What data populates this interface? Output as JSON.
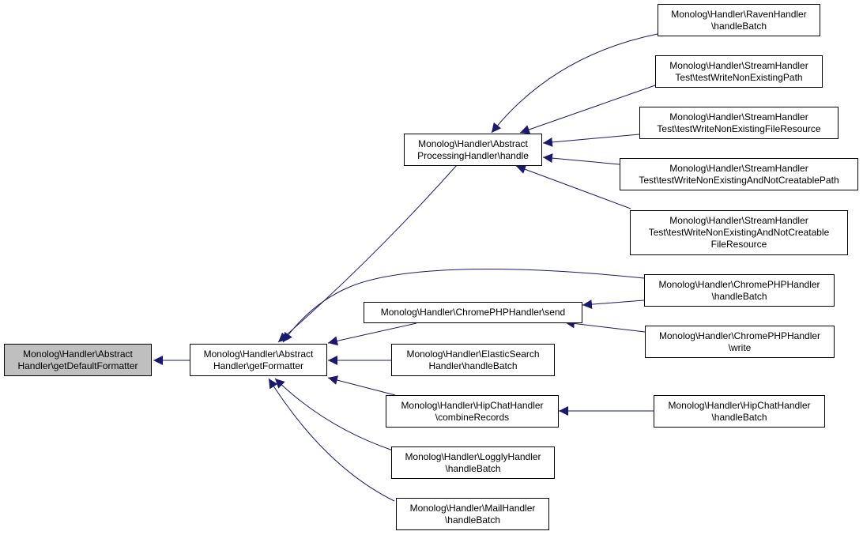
{
  "graph": {
    "edge_color": "#191970",
    "root_fill": "#bfbfbf",
    "nodes": [
      {
        "id": "n0",
        "lines": [
          "Monolog\\Handler\\Abstract",
          "Handler\\getDefaultFormatter"
        ]
      },
      {
        "id": "n1",
        "lines": [
          "Monolog\\Handler\\Abstract",
          "Handler\\getFormatter"
        ]
      },
      {
        "id": "n2",
        "lines": [
          "Monolog\\Handler\\Abstract",
          "ProcessingHandler\\handle"
        ]
      },
      {
        "id": "n3",
        "lines": [
          "Monolog\\Handler\\ChromePHPHandler\\send"
        ]
      },
      {
        "id": "n4",
        "lines": [
          "Monolog\\Handler\\ElasticSearch",
          "Handler\\handleBatch"
        ]
      },
      {
        "id": "n5",
        "lines": [
          "Monolog\\Handler\\HipChatHandler",
          "\\combineRecords"
        ]
      },
      {
        "id": "n6",
        "lines": [
          "Monolog\\Handler\\LogglyHandler",
          "\\handleBatch"
        ]
      },
      {
        "id": "n7",
        "lines": [
          "Monolog\\Handler\\MailHandler",
          "\\handleBatch"
        ]
      },
      {
        "id": "n8",
        "lines": [
          "Monolog\\Handler\\RavenHandler",
          "\\handleBatch"
        ]
      },
      {
        "id": "n9",
        "lines": [
          "Monolog\\Handler\\StreamHandler",
          "Test\\testWriteNonExistingPath"
        ]
      },
      {
        "id": "n10",
        "lines": [
          "Monolog\\Handler\\StreamHandler",
          "Test\\testWriteNonExistingFileResource"
        ]
      },
      {
        "id": "n11",
        "lines": [
          "Monolog\\Handler\\StreamHandler",
          "Test\\testWriteNonExistingAndNotCreatablePath"
        ]
      },
      {
        "id": "n12",
        "lines": [
          "Monolog\\Handler\\StreamHandler",
          "Test\\testWriteNonExistingAndNotCreatable",
          "FileResource"
        ]
      },
      {
        "id": "n13",
        "lines": [
          "Monolog\\Handler\\ChromePHPHandler",
          "\\handleBatch"
        ]
      },
      {
        "id": "n14",
        "lines": [
          "Monolog\\Handler\\ChromePHPHandler",
          "\\write"
        ]
      },
      {
        "id": "n15",
        "lines": [
          "Monolog\\Handler\\HipChatHandler",
          "\\handleBatch"
        ]
      }
    ]
  }
}
